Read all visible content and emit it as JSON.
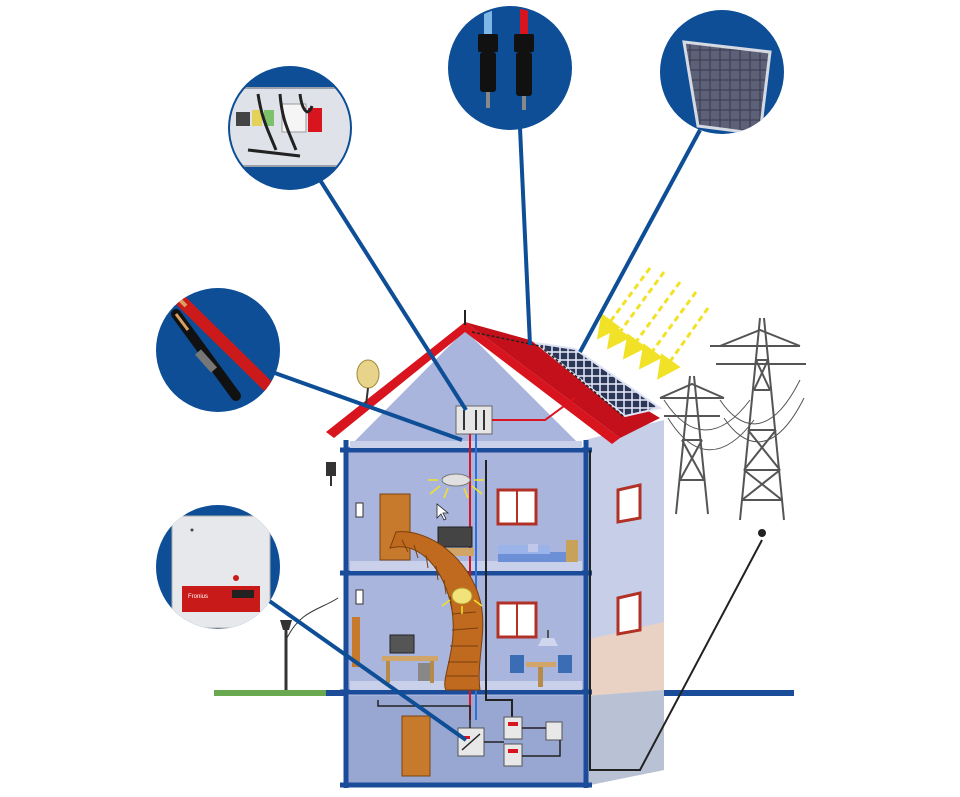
{
  "colors": {
    "background": "#ffffff",
    "callout_circle": "#0d4e97",
    "callout_line": "#0d4e97",
    "roof": "#d8141e",
    "house_wall": "#a9b5dd",
    "house_side": "#c7cfe8",
    "floor_beam": "#1b4c9a",
    "ground_grass": "#6aa84f",
    "ground_line": "#1b4c9a",
    "sun_rays": "#f2e227",
    "pylon": "#555555",
    "cable_red": "#d8141e",
    "cable_blue": "#2f6fd6",
    "stairs": "#c06a1f"
  },
  "callouts": [
    {
      "id": "junction-box",
      "icon": "dc-junction-box-photo"
    },
    {
      "id": "mc4-connectors",
      "icon": "mc4-connector-pair-photo"
    },
    {
      "id": "solar-module",
      "icon": "solar-module-photo"
    },
    {
      "id": "dc-cables",
      "icon": "red-black-cable-photo"
    },
    {
      "id": "inverter",
      "icon": "inverter-photo"
    }
  ],
  "inverter_brand": "Fronius"
}
